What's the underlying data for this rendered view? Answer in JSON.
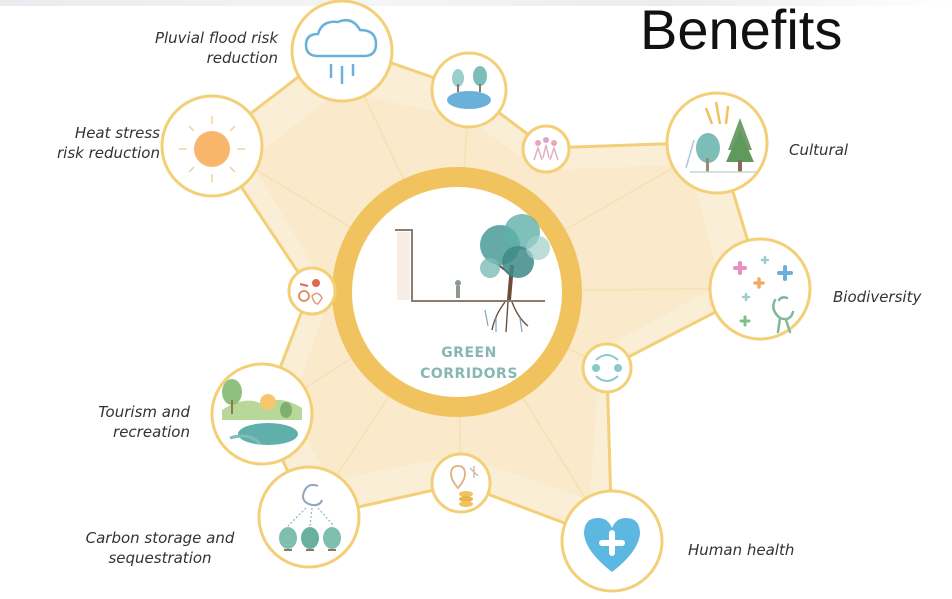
{
  "title": "Benefits",
  "center": {
    "line1": "GREEN",
    "line2": "CORRIDORS"
  },
  "labels": {
    "pluvial_flood": "Pluvial flood risk\nreduction",
    "heat_stress": "Heat stress\nrisk reduction",
    "cultural": "Cultural",
    "biodiversity": "Biodiversity",
    "tourism": "Tourism and\nrecreation",
    "carbon": "Carbon storage and\nsequestration",
    "human_health": "Human health"
  },
  "colors": {
    "ring": "#f0c35e",
    "node_border": "#f3cf78",
    "web_fill": "#fbeed6",
    "spoke": "#f6e2b8",
    "teal": "#4a9b96",
    "sun": "#f7b66b",
    "water": "#6ab0d8",
    "heart": "#5cb8e0"
  },
  "icons": {
    "pluvial_flood": "rain-cloud-icon",
    "heat_stress": "sun-icon",
    "cultural": "trees-icon",
    "biodiversity": "bird-sparkles-icon",
    "tourism": "landscape-icon",
    "carbon": "carbon-trees-icon",
    "human_health": "heart-plus-icon"
  }
}
